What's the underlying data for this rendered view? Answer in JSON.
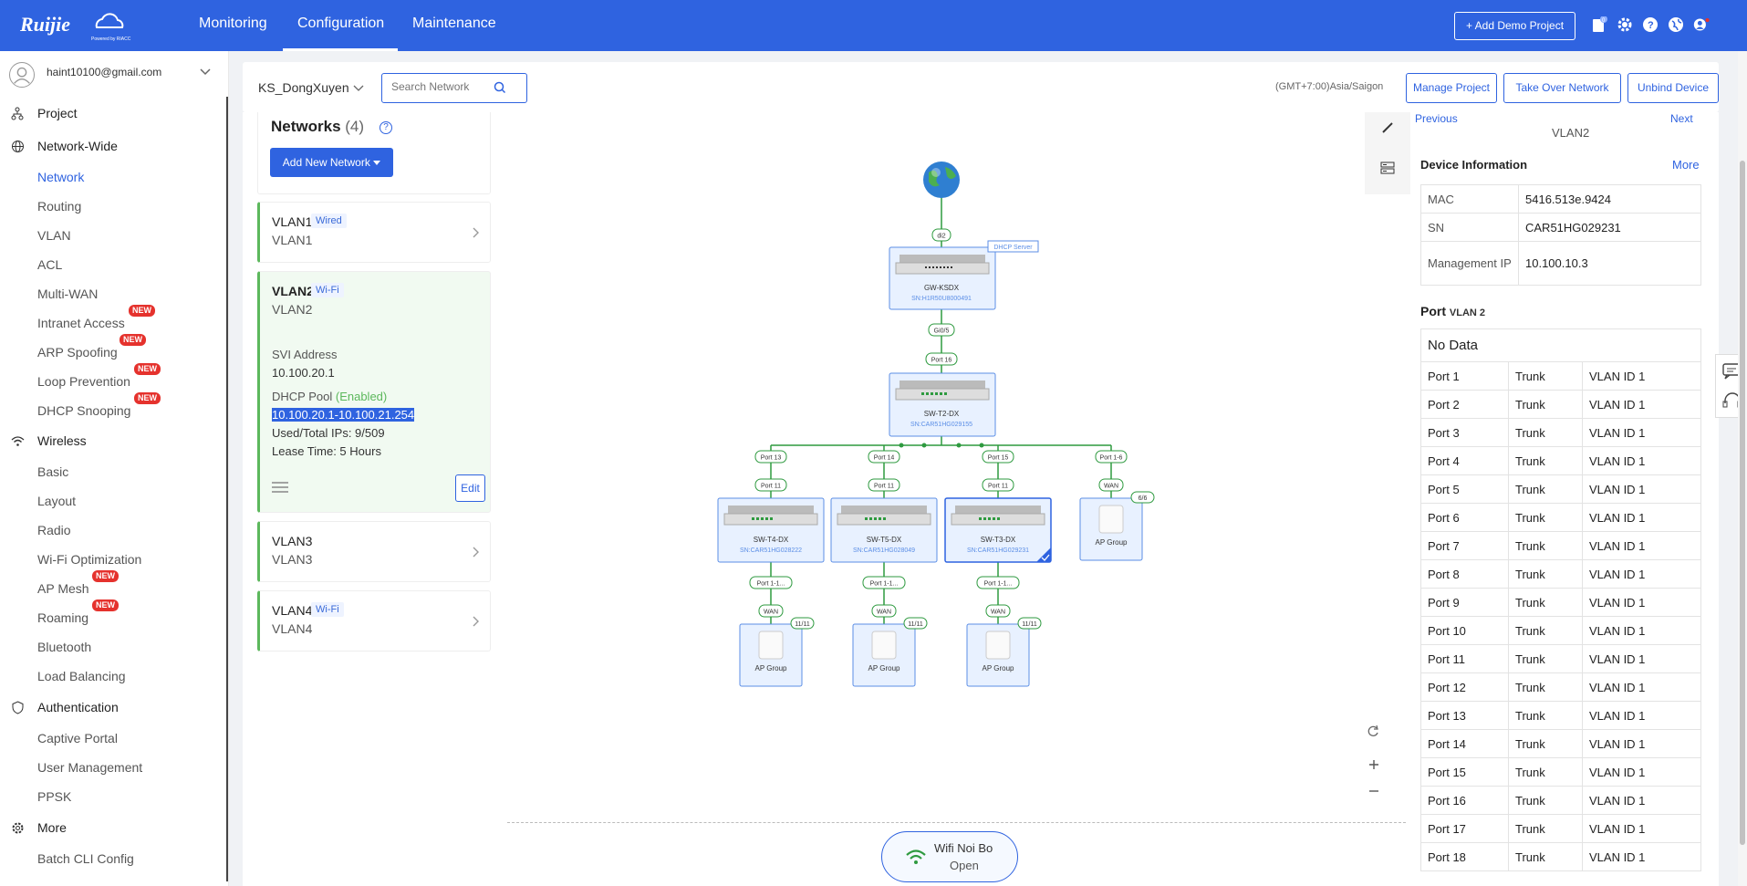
{
  "topbar": {
    "logo_text": "Ruijie",
    "logo_sub": "Powered by RIACC",
    "nav": [
      "Monitoring",
      "Configuration",
      "Maintenance"
    ],
    "add_demo": "+ Add Demo Project",
    "notif_count": "0",
    "accent": "#2f63e0"
  },
  "account": {
    "email": "haint10100@gmail.com"
  },
  "sidebar": {
    "project": "Project",
    "network_wide": "Network-Wide",
    "nw_items": [
      "Network",
      "Routing",
      "VLAN",
      "ACL",
      "Multi-WAN",
      "Intranet Access",
      "ARP Spoofing",
      "Loop Prevention",
      "DHCP Snooping"
    ],
    "wireless": "Wireless",
    "wl_items": [
      "Basic",
      "Layout",
      "Radio",
      "Wi-Fi Optimization",
      "AP Mesh",
      "Roaming",
      "Bluetooth",
      "Load Balancing"
    ],
    "authentication": "Authentication",
    "auth_items": [
      "Captive Portal",
      "User Management",
      "PPSK"
    ],
    "more": "More",
    "more_items": [
      "Batch CLI Config"
    ],
    "new_badge": "NEW"
  },
  "toolbar": {
    "project": "KS_DongXuyen",
    "search_placeholder": "Search Network",
    "timezone": "(GMT+7:00)Asia/Saigon",
    "manage": "Manage Project",
    "takeover": "Take Over Network",
    "unbind": "Unbind Device"
  },
  "networks": {
    "title": "Networks",
    "count": "(4)",
    "help": "?",
    "add_btn": "Add New Network",
    "vlans": [
      {
        "name": "VLAN1",
        "sub": "VLAN1",
        "tag": "Wired"
      },
      {
        "name": "VLAN2",
        "sub": "VLAN2",
        "tag": "Wi-Fi",
        "svi_label": "SVI Address",
        "svi": "10.100.20.1",
        "dhcp_label": "DHCP Pool",
        "dhcp_status": "(Enabled)",
        "range": "10.100.20.1-10.100.21.254",
        "used": "Used/Total IPs: 9/509",
        "lease": "Lease Time: 5 Hours",
        "edit": "Edit"
      },
      {
        "name": "VLAN3",
        "sub": "VLAN3",
        "tag": ""
      },
      {
        "name": "VLAN4",
        "sub": "VLAN4",
        "tag": "Wi-Fi"
      }
    ]
  },
  "topology": {
    "gw": {
      "name": "GW-KSDX",
      "sn": "SN:H1R50U8000491",
      "port": "di2",
      "badge": "DHCP Server",
      "port_down": "Gi0/5"
    },
    "core": {
      "name": "SW-T2-DX",
      "sn": "SN:CAR51HG029155",
      "port_up": "Port 16"
    },
    "branches": [
      {
        "port_up": "Port 13",
        "port_down": "Port 11",
        "name": "SW-T4-DX",
        "sn": "SN:CAR51HG028222",
        "port_ap": "Port 1-1...",
        "wan": "WAN",
        "count": "11/11",
        "ap": "AP Group"
      },
      {
        "port_up": "Port 14",
        "port_down": "Port 11",
        "name": "SW-T5-DX",
        "sn": "SN:CAR51HG028049",
        "port_ap": "Port 1-1...",
        "wan": "WAN",
        "count": "11/11",
        "ap": "AP Group"
      },
      {
        "port_up": "Port 15",
        "port_down": "Port 11",
        "name": "SW-T3-DX",
        "sn": "SN:CAR51HG029231",
        "port_ap": "Port 1-1...",
        "wan": "WAN",
        "count": "11/11",
        "ap": "AP Group"
      }
    ],
    "direct_ap": {
      "port_up": "Port 1-6",
      "wan": "WAN",
      "count": "6/6",
      "ap": "AP Group"
    },
    "ssid": {
      "name": "Wifi Noi Bo",
      "status": "Open"
    }
  },
  "right_panel": {
    "prev": "Previous",
    "next": "Next",
    "vlan": "VLAN2",
    "device_info": "Device Information",
    "more": "More",
    "device_rows": [
      [
        "MAC",
        "5416.513e.9424"
      ],
      [
        "SN",
        "CAR51HG029231"
      ],
      [
        "Management IP",
        "10.100.10.3"
      ]
    ],
    "port_title": "Port",
    "port_vlan": "VLAN 2",
    "no_data": "No Data",
    "ports": [
      [
        "Port 1",
        "Trunk",
        "VLAN ID 1"
      ],
      [
        "Port 2",
        "Trunk",
        "VLAN ID 1"
      ],
      [
        "Port 3",
        "Trunk",
        "VLAN ID 1"
      ],
      [
        "Port 4",
        "Trunk",
        "VLAN ID 1"
      ],
      [
        "Port 5",
        "Trunk",
        "VLAN ID 1"
      ],
      [
        "Port 6",
        "Trunk",
        "VLAN ID 1"
      ],
      [
        "Port 7",
        "Trunk",
        "VLAN ID 1"
      ],
      [
        "Port 8",
        "Trunk",
        "VLAN ID 1"
      ],
      [
        "Port 9",
        "Trunk",
        "VLAN ID 1"
      ],
      [
        "Port 10",
        "Trunk",
        "VLAN ID 1"
      ],
      [
        "Port 11",
        "Trunk",
        "VLAN ID 1"
      ],
      [
        "Port 12",
        "Trunk",
        "VLAN ID 1"
      ],
      [
        "Port 13",
        "Trunk",
        "VLAN ID 1"
      ],
      [
        "Port 14",
        "Trunk",
        "VLAN ID 1"
      ],
      [
        "Port 15",
        "Trunk",
        "VLAN ID 1"
      ],
      [
        "Port 16",
        "Trunk",
        "VLAN ID 1"
      ],
      [
        "Port 17",
        "Trunk",
        "VLAN ID 1"
      ],
      [
        "Port 18",
        "Trunk",
        "VLAN ID 1"
      ]
    ]
  }
}
